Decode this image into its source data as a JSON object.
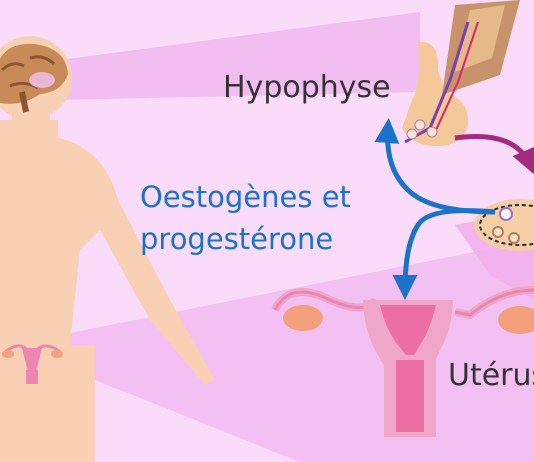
{
  "labels": {
    "pituitary": "Hypophyse",
    "hormones_line1": "Oestogènes et",
    "hormones_line2": "progestérone",
    "uterus": "Utérus"
  },
  "colors": {
    "background": "#fadcfa",
    "skin": "#f8d0b4",
    "projection": "#f0b9f0",
    "hormone_arrows": "#1a73c8",
    "pituitary_to_ovary_arrow": "#a42a80",
    "uterus": "#ec85b4",
    "ovary": "#f4a07c",
    "label_text": "#333333"
  }
}
